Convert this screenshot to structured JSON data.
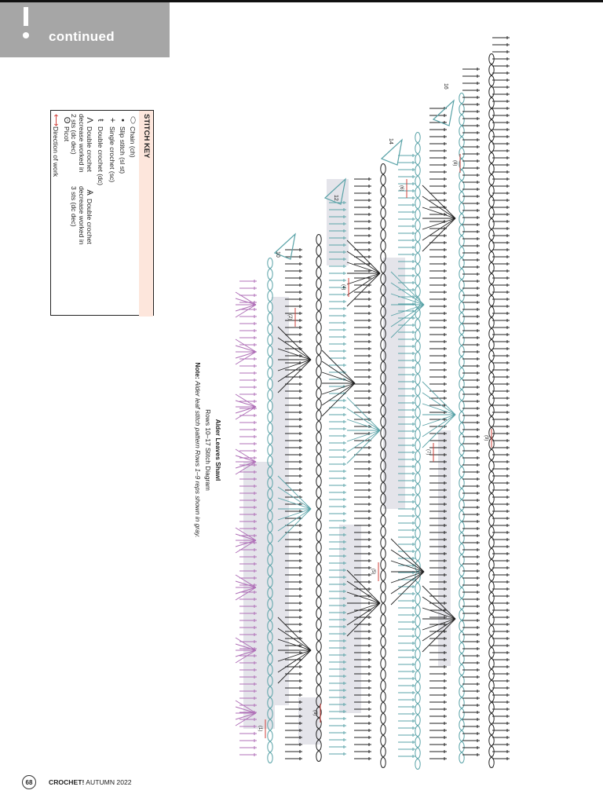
{
  "section_banner": {
    "label": "continued"
  },
  "stitch_key": {
    "title": "STITCH KEY",
    "items": [
      {
        "symbol": "chain-icon",
        "label": "Chain (ch)"
      },
      {
        "symbol": "slip-stitch-icon",
        "label": "Slip stitch (sl st)"
      },
      {
        "symbol": "single-crochet-icon",
        "label": "Single crochet (sc)"
      },
      {
        "symbol": "double-crochet-icon",
        "label": "Double crochet (dc)"
      },
      {
        "symbol": "dc2tog-icon",
        "label": "Double crochet decrease worked in 2 sts (dc dec)"
      },
      {
        "symbol": "dc3tog-icon",
        "label": "Double crochet decrease worked in 3 sts (dc dec)"
      },
      {
        "symbol": "picot-icon",
        "label": "Picot"
      },
      {
        "symbol": "direction-arrow-icon",
        "label": "Direction of work"
      }
    ]
  },
  "diagram": {
    "title": "Alder Leaves Shawl",
    "subtitle": "Rows 10–17 Stitch Diagram",
    "note_label": "Note:",
    "note_text": "Alder leaf stitch pattern Rows 1–9 reps shown in gray.",
    "row_numbers": [
      "10",
      "12",
      "14",
      "16"
    ],
    "direction_labels": [
      "(1)",
      "(2)",
      "(3)",
      "(4)",
      "(5)",
      "(6)",
      "(7)",
      "(8)",
      "(9)"
    ],
    "colors": {
      "black": "#222222",
      "teal": "#5aa3a8",
      "purple": "#b070b8",
      "gray_shade": "#e4e4ea",
      "arrow_red": "#d0403a",
      "banner_gray": "#a6a6a6",
      "key_title_bg": "#fde6dc"
    }
  },
  "footer": {
    "page_number": "68",
    "magazine": "CROCHET!",
    "issue": "AUTUMN 2022"
  }
}
